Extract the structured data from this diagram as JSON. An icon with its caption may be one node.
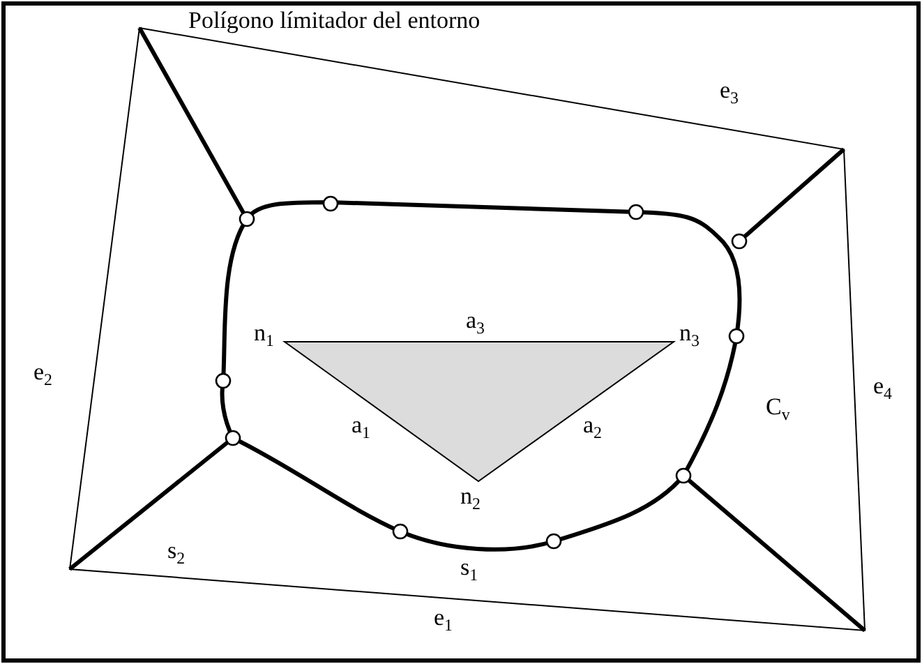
{
  "diagram": {
    "labels": [
      "Polígono límitador del entorno",
      "e$_{3}$",
      "e$_{2}$",
      "e$_{4}$",
      "n$_{1}$",
      "a$_{3}$",
      "n$_{3}$",
      "a$_{1}$",
      "a$_{2}$",
      "C$_{v}$",
      "n$_{2}$",
      "s$_{2}$",
      "s$_{1}$",
      "e$_{1}$"
    ]
  }
}
